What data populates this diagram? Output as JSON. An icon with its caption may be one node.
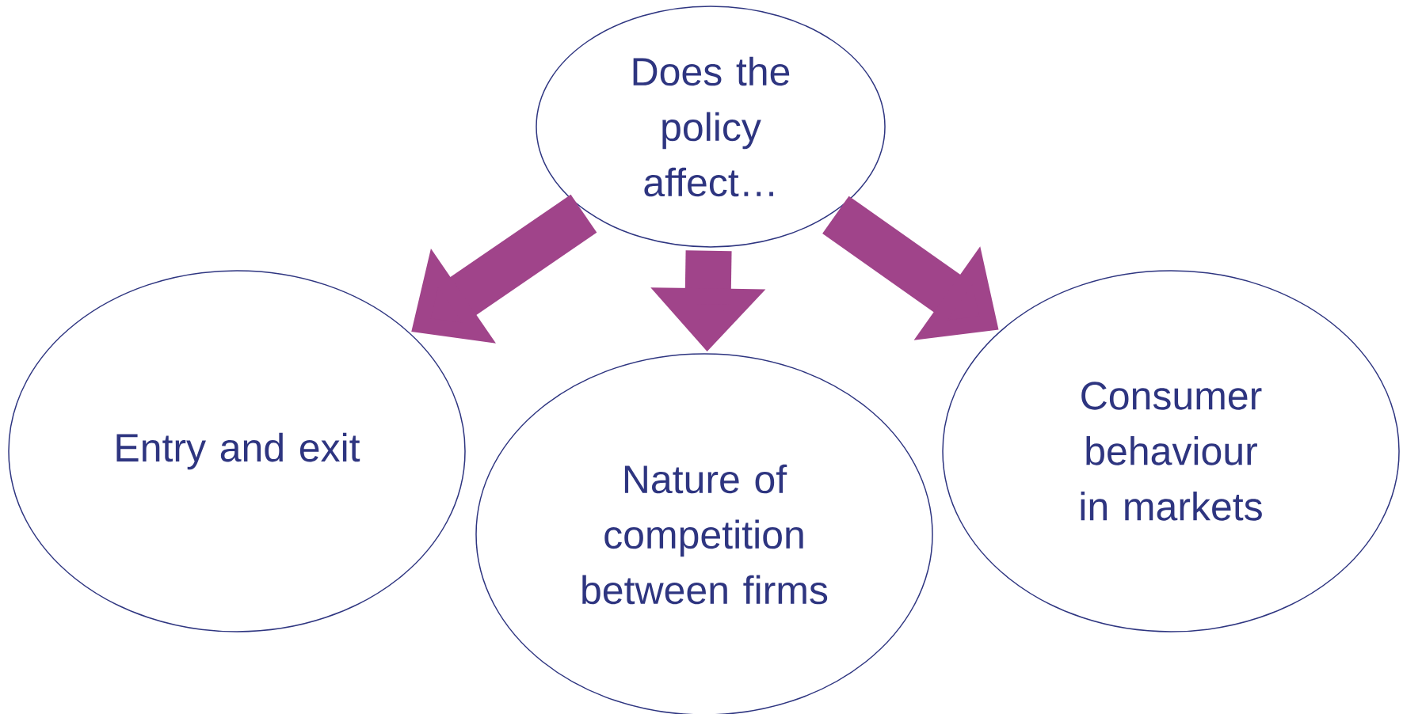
{
  "diagram": {
    "nodes": [
      {
        "text": [
          "Does the policy affect…"
        ]
      },
      {
        "text": [
          "Entry and exit"
        ]
      },
      {
        "text": [
          "Nature of competition between firms"
        ]
      },
      {
        "text": [
          "Consumer behaviour in markets"
        ]
      }
    ],
    "edges": [
      {
        "from": 0,
        "to": 1,
        "arrow": "to"
      },
      {
        "from": 0,
        "to": 2,
        "arrow": "to"
      },
      {
        "from": 0,
        "to": 3,
        "arrow": "to"
      }
    ]
  }
}
